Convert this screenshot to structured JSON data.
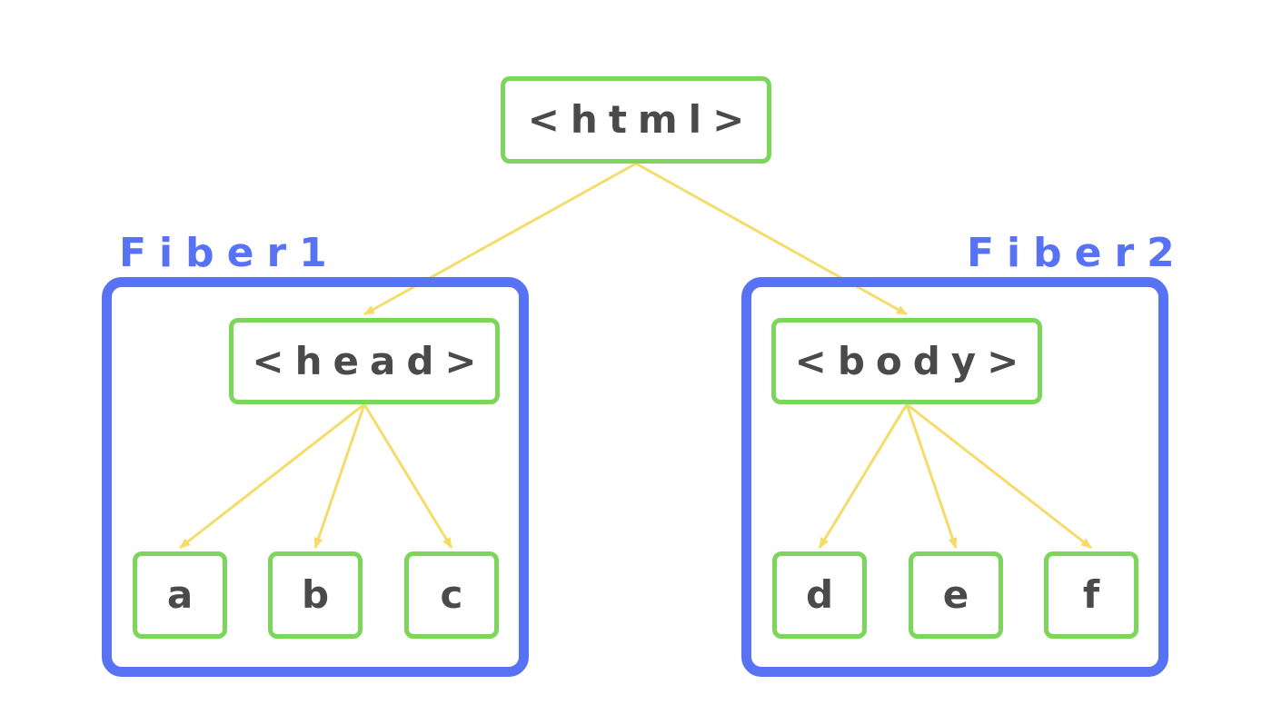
{
  "colors": {
    "fiber_border": "#5773f4",
    "node_border": "#7cd65c",
    "edge": "#f5dc6a",
    "node_text": "#4a4a4a"
  },
  "fibers": [
    {
      "label": "Fiber1"
    },
    {
      "label": "Fiber2"
    }
  ],
  "nodes": {
    "html": "<html>",
    "head": "<head>",
    "body": "<body>",
    "a": "a",
    "b": "b",
    "c": "c",
    "d": "d",
    "e": "e",
    "f": "f"
  },
  "edges": [
    [
      "html",
      "head"
    ],
    [
      "html",
      "body"
    ],
    [
      "head",
      "a"
    ],
    [
      "head",
      "b"
    ],
    [
      "head",
      "c"
    ],
    [
      "body",
      "d"
    ],
    [
      "body",
      "e"
    ],
    [
      "body",
      "f"
    ]
  ]
}
